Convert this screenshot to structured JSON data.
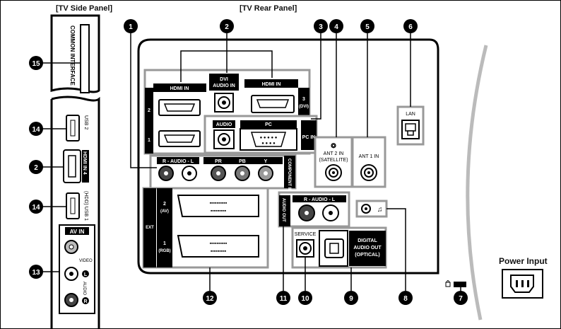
{
  "headings": {
    "side_panel": "[TV Side Panel]",
    "rear_panel": "[TV Rear Panel]"
  },
  "side_panel": {
    "common_interface": "COMMON INTERFACE",
    "usb2": "USB 2",
    "hdmi_in4": "HDMI IN 4",
    "usb1_hdd": "(HDD) USB 1",
    "av_in": "AV IN",
    "video": "VIDEO",
    "audio": "AUDIO",
    "l": "L",
    "r": "R"
  },
  "rear_panel": {
    "hdmi_in": "HDMI IN",
    "hdmi_in_3": "HDMI IN",
    "dvi_audio_in_1": "DVI",
    "dvi_audio_in_2": "AUDIO IN",
    "num_2": "2",
    "num_1": "1",
    "num_3": "3",
    "num_3_dvi": "(DVI)",
    "audio": "AUDIO",
    "pc": "PC",
    "pc_in": "PC IN",
    "r_audio_l": "R - AUDIO - L",
    "pr": "PR",
    "pb": "PB",
    "y": "Y",
    "component_in": "COMPONENT IN",
    "ant2_in": "ANT 2 IN",
    "satellite": "(SATELLITE)",
    "ant1_in": "ANT 1 IN",
    "lan": "LAN",
    "ext": "EXT",
    "ext2": "2",
    "ext2_av": "(AV)",
    "ext1": "1",
    "ext1_rgb": "(RGB)",
    "audio_out": "AUDIO OUT",
    "audio_out_rl": "R - AUDIO - L",
    "service": "SERVICE",
    "digital_audio_out_1": "DIGITAL",
    "digital_audio_out_2": "AUDIO OUT",
    "digital_audio_out_3": "(OPTICAL)"
  },
  "power_input": "Power Input",
  "callouts": [
    "1",
    "2",
    "3",
    "4",
    "5",
    "6",
    "7",
    "8",
    "9",
    "10",
    "11",
    "12",
    "13",
    "14",
    "15"
  ],
  "side_callouts": [
    "15",
    "14",
    "2",
    "14",
    "13"
  ]
}
